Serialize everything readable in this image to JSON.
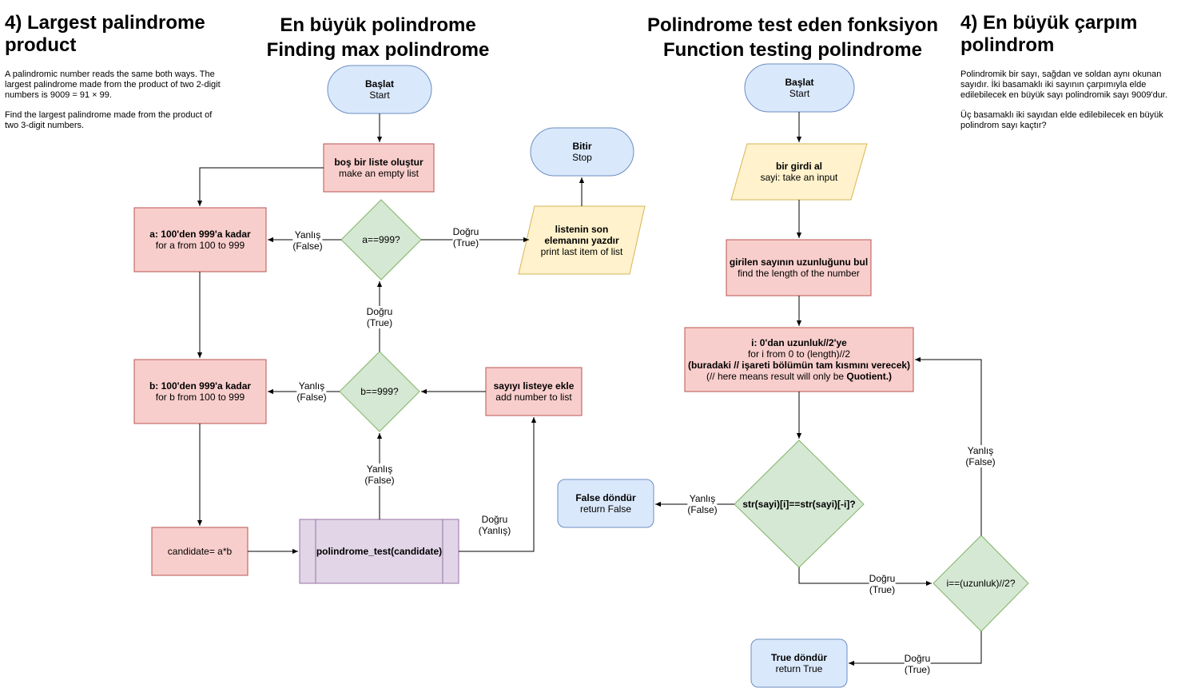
{
  "colors": {
    "terminal_fill": "#dae8fc",
    "terminal_stroke": "#6c8ebf",
    "process_fill": "#f8cecc",
    "process_stroke": "#b85450",
    "io_fill": "#fff2cc",
    "io_stroke": "#d6b656",
    "decision_fill": "#d5e8d4",
    "decision_stroke": "#82b366",
    "subroutine_fill": "#e1d5e7",
    "subroutine_stroke": "#9673a6"
  },
  "headings": {
    "left_title": "4) Largest palindrome product",
    "center1_title_1": "En büyük polindrome",
    "center1_title_2": "Finding max polindrome",
    "center2_title_1": "Polindrome test eden fonksiyon",
    "center2_title_2": "Function testing polindrome",
    "right_title": "4) En büyük çarpım polindrom"
  },
  "descriptions": {
    "left_p1": "A palindromic number reads the same both ways. The largest palindrome made from the product of two 2-digit numbers is 9009 = 91 × 99.",
    "left_p2": "Find the largest palindrome made from the product of two 3-digit numbers.",
    "right_p1": "Polindromik bir sayı, sağdan ve soldan aynı okunan sayıdır. İki basamaklı iki sayının çarpımıyla elde edilebilecek en büyük sayı polindromik sayı 9009'dur.",
    "right_p2": "Üç basamaklı iki sayıdan elde edilebilecek en büyük polindrom sayı kaçtır?"
  },
  "flow1": {
    "start": {
      "b": "Başlat",
      "t": "Start"
    },
    "empty_list": {
      "b": "boş bir liste oluştur",
      "t": "make an empty list"
    },
    "stop": {
      "b": "Bitir",
      "t": "Stop"
    },
    "loop_a": {
      "b": "a: 100'den 999'a kadar",
      "t": "for a from 100 to 999"
    },
    "dec_a": {
      "t": "a==999?"
    },
    "print_last": {
      "b1": "listenin son",
      "b2": "elemanını yazdır",
      "t": "print last item of list"
    },
    "loop_b": {
      "b": "b: 100'den 999'a kadar",
      "t": "for b from 100 to 999"
    },
    "dec_b": {
      "t": "b==999?"
    },
    "add_list": {
      "b": "sayıyı listeye ekle",
      "t": "add number to list"
    },
    "candidate": {
      "t": "candidate= a*b"
    },
    "pal_test": {
      "b": "polindrome_test(candidate)"
    },
    "labels": {
      "a_false": [
        "Yanlış",
        "(False)"
      ],
      "a_true": [
        "Doğru",
        "(True)"
      ],
      "b_true": [
        "Doğru",
        "(True)"
      ],
      "b_false": [
        "Yanlış",
        "(False)"
      ],
      "test_false": [
        "Yanlış",
        "(False)"
      ],
      "test_true": [
        "Doğru",
        "(Yanlış)"
      ]
    }
  },
  "flow2": {
    "start": {
      "b": "Başlat",
      "t": "Start"
    },
    "input": {
      "b": "bir girdi al",
      "t": "sayi: take an input"
    },
    "length": {
      "b": "girilen sayının uzunluğunu bul",
      "t": "find the length of the number"
    },
    "loop_i": {
      "b1": "i: 0'dan uzunluk//2'ye",
      "t1": "for i from 0 to (length)//2",
      "b2": "(buradaki // işareti bölümün tam kısmını verecek)",
      "t3a": "(// here means result will only be ",
      "b3": "Quotient.)"
    },
    "dec_str": {
      "b": "str(sayi)[i]==str(sayi)[-i]?"
    },
    "ret_false": {
      "b": "False döndür",
      "t": "return False"
    },
    "dec_i": {
      "t": "i==(uzunluk)//2?"
    },
    "ret_true": {
      "b": "True döndür",
      "t": "return True"
    },
    "labels": {
      "str_false": [
        "Yanlış",
        "(False)"
      ],
      "str_true": [
        "Doğru",
        "(True)"
      ],
      "i_false": [
        "Yanlış",
        "(False)"
      ],
      "i_true": [
        "Doğru",
        "(True)"
      ]
    }
  }
}
